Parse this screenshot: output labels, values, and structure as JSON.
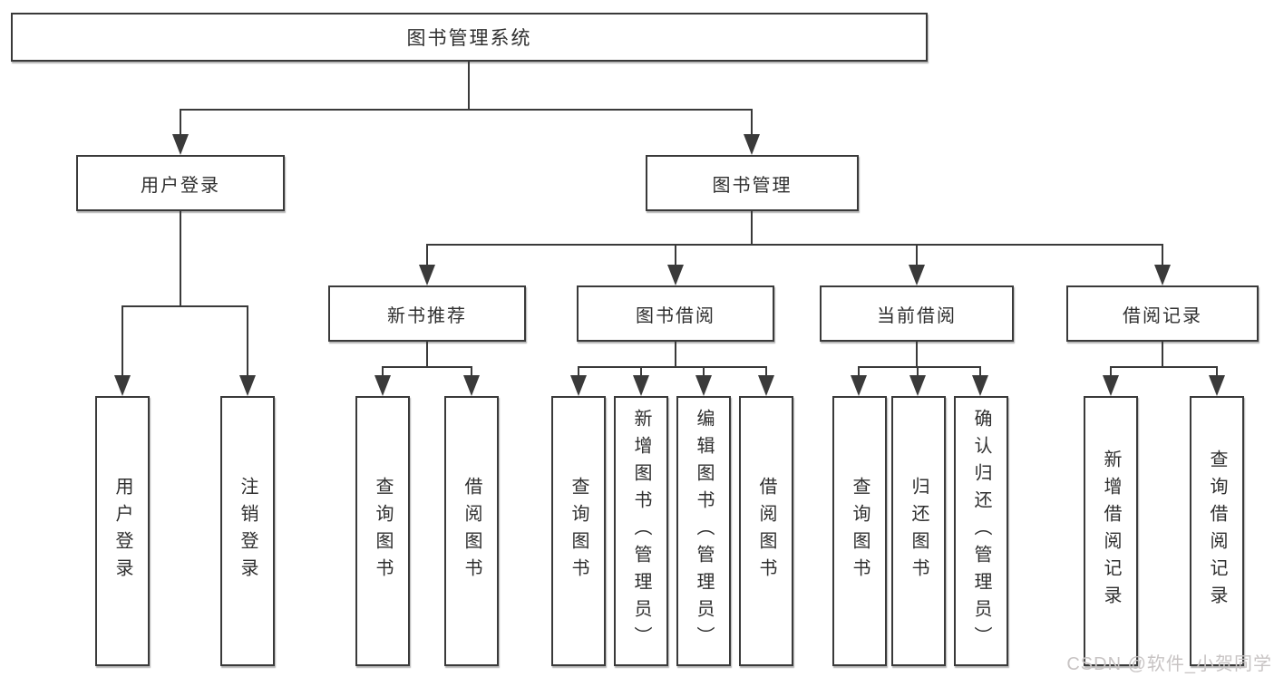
{
  "diagram": {
    "root": "图书管理系统",
    "level2": [
      "用户登录",
      "图书管理"
    ],
    "level3": [
      "新书推荐",
      "图书借阅",
      "当前借阅",
      "借阅记录"
    ],
    "leaves": {
      "user_login_group": [
        "用户登录",
        "注销登录"
      ],
      "new_book_group": [
        "查询图书",
        "借阅图书"
      ],
      "borrow_group": [
        "查询图书",
        "新增图书（管理员）",
        "编辑图书（管理员）",
        "借阅图书"
      ],
      "current_group": [
        "查询图书",
        "归还图书",
        "确认归还（管理员）"
      ],
      "record_group": [
        "新增借阅记录",
        "查询借阅记录"
      ]
    }
  },
  "watermark": "CSDN @软件_小贺同学",
  "colors": {
    "line": "#3a3a3a",
    "text": "#2f2f2f",
    "box_bg": "#ffffff",
    "watermark": "#c8c4c4",
    "page_bg": "#ffffff"
  }
}
